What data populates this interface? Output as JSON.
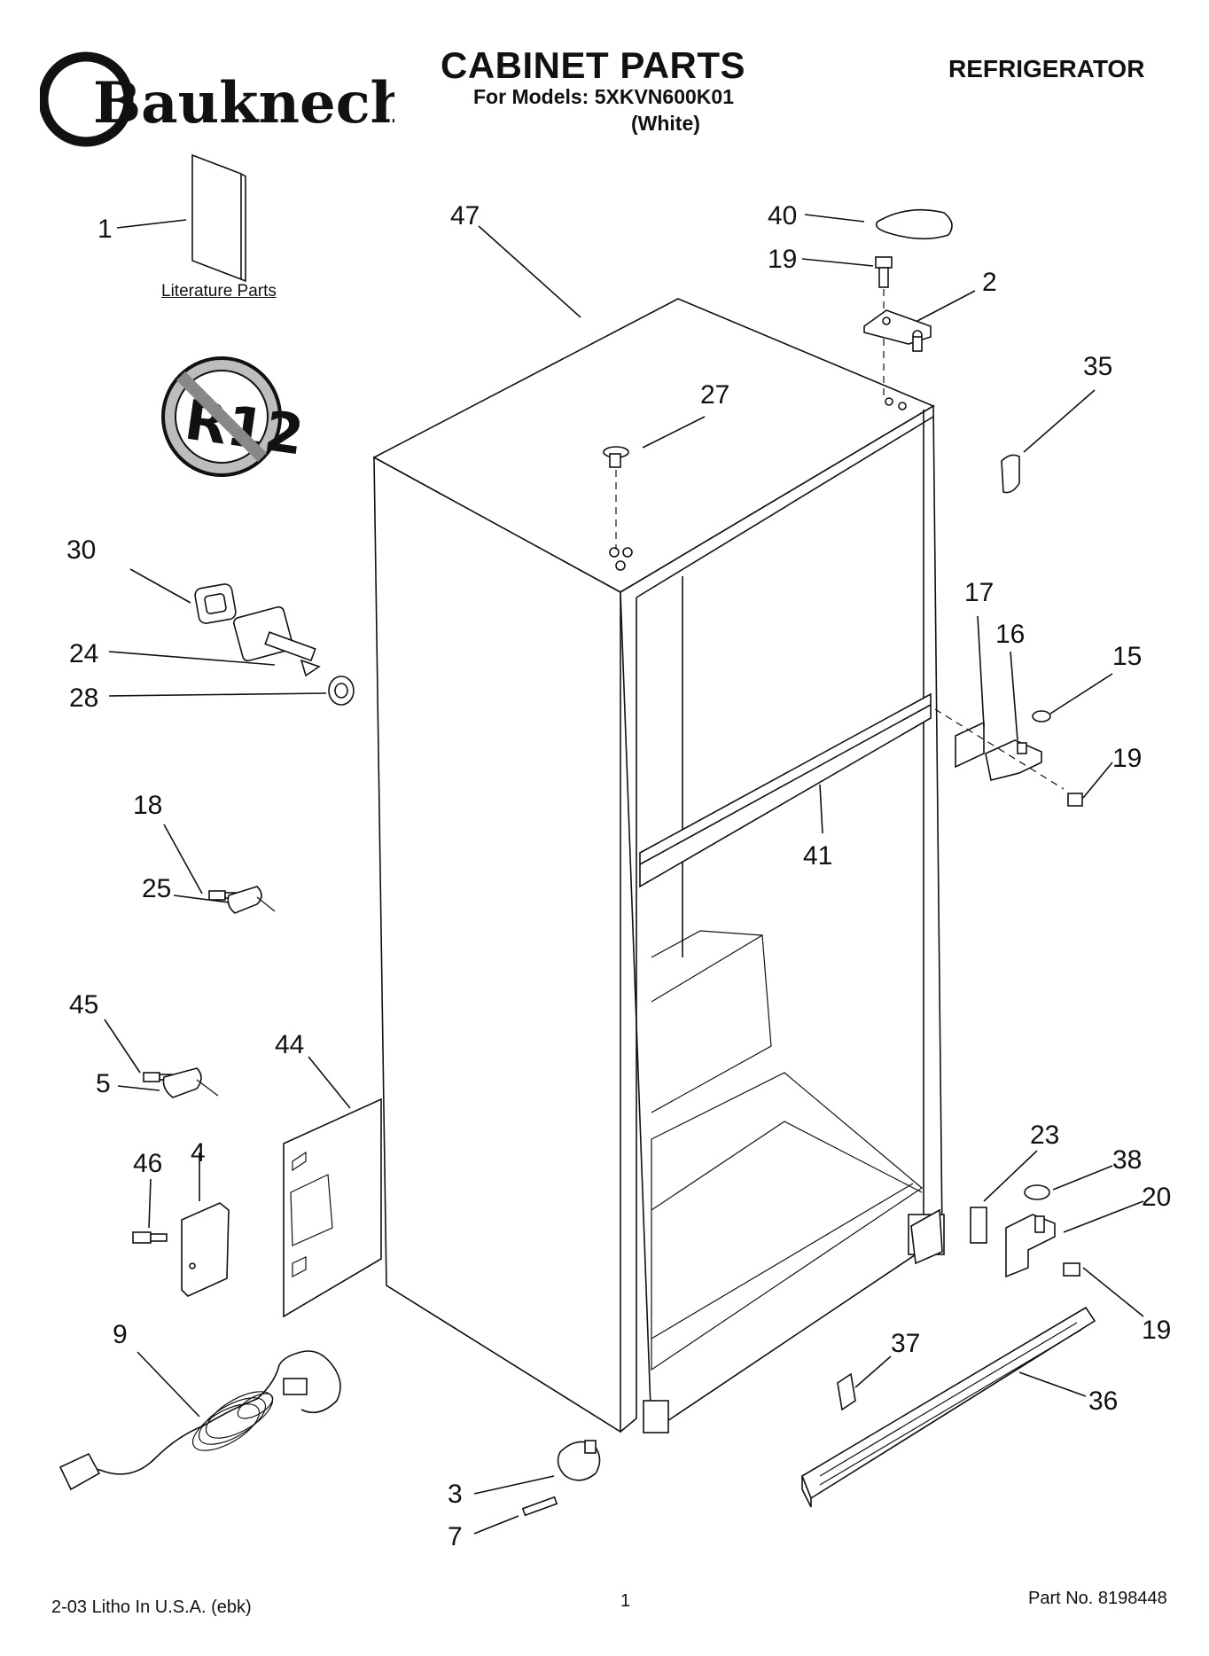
{
  "header": {
    "brand": "Bauknecht",
    "title": "CABINET PARTS",
    "models_line": "For Models: 5XKVN600K01",
    "color_line": "(White)",
    "appliance": "REFRIGERATOR"
  },
  "labels": {
    "literature": "Literature Parts",
    "r12_mark": "R12"
  },
  "callouts": [
    {
      "id": "c1",
      "text": "1"
    },
    {
      "id": "c47",
      "text": "47"
    },
    {
      "id": "c40",
      "text": "40"
    },
    {
      "id": "c19a",
      "text": "19"
    },
    {
      "id": "c2",
      "text": "2"
    },
    {
      "id": "c35",
      "text": "35"
    },
    {
      "id": "c27",
      "text": "27"
    },
    {
      "id": "c30",
      "text": "30"
    },
    {
      "id": "c24",
      "text": "24"
    },
    {
      "id": "c28",
      "text": "28"
    },
    {
      "id": "c17",
      "text": "17"
    },
    {
      "id": "c16",
      "text": "16"
    },
    {
      "id": "c15",
      "text": "15"
    },
    {
      "id": "c19b",
      "text": "19"
    },
    {
      "id": "c41",
      "text": "41"
    },
    {
      "id": "c18",
      "text": "18"
    },
    {
      "id": "c25",
      "text": "25"
    },
    {
      "id": "c45",
      "text": "45"
    },
    {
      "id": "c44",
      "text": "44"
    },
    {
      "id": "c5",
      "text": "5"
    },
    {
      "id": "c46",
      "text": "46"
    },
    {
      "id": "c4",
      "text": "4"
    },
    {
      "id": "c23",
      "text": "23"
    },
    {
      "id": "c38",
      "text": "38"
    },
    {
      "id": "c20",
      "text": "20"
    },
    {
      "id": "c19c",
      "text": "19"
    },
    {
      "id": "c9",
      "text": "9"
    },
    {
      "id": "c37",
      "text": "37"
    },
    {
      "id": "c36",
      "text": "36"
    },
    {
      "id": "c3",
      "text": "3"
    },
    {
      "id": "c7",
      "text": "7"
    }
  ],
  "footer": {
    "litho": "2-03 Litho In U.S.A. (ebk)",
    "page": "1",
    "part_no": "Part No. 8198448"
  }
}
